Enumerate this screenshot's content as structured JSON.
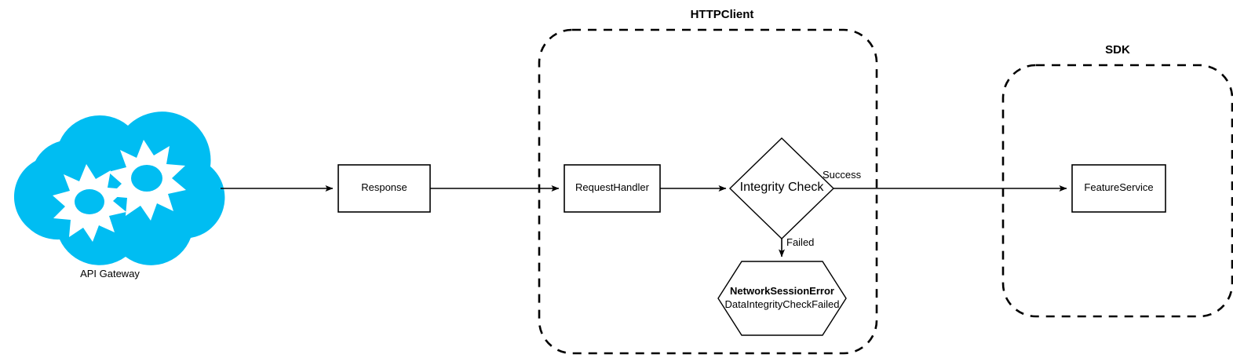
{
  "diagram": {
    "type": "flowchart",
    "background": "#ffffff",
    "stroke_color": "#000000",
    "cloud_color": "#00BDF2"
  },
  "groups": [
    {
      "id": "httpclient",
      "title": "HTTPClient",
      "style": "dashed-rounded"
    },
    {
      "id": "sdk",
      "title": "SDK",
      "style": "dashed-rounded"
    }
  ],
  "nodes": {
    "api_gateway": {
      "label": "API Gateway",
      "shape": "cloud",
      "icon": "cloud-icon"
    },
    "response": {
      "label": "Response",
      "shape": "rectangle"
    },
    "request_handler": {
      "label": "RequestHandler",
      "shape": "rectangle"
    },
    "integrity_check": {
      "label": "Integrity Check",
      "shape": "diamond"
    },
    "network_session_error": {
      "title": "NetworkSessionError",
      "subtitle": "DataIntegrityCheckFailed",
      "shape": "hexagon"
    },
    "feature_service": {
      "label": "FeatureService",
      "shape": "rectangle"
    }
  },
  "edges": [
    {
      "id": "gateway-to-response",
      "from": "api_gateway",
      "to": "response",
      "label": ""
    },
    {
      "id": "response-to-requesthandler",
      "from": "response",
      "to": "request_handler",
      "label": ""
    },
    {
      "id": "requesthandler-to-integritycheck",
      "from": "request_handler",
      "to": "integrity_check",
      "label": ""
    },
    {
      "id": "integritycheck-to-featureservice",
      "from": "integrity_check",
      "to": "feature_service",
      "label": "Success"
    },
    {
      "id": "integritycheck-to-error",
      "from": "integrity_check",
      "to": "network_session_error",
      "label": "Failed"
    }
  ],
  "edge_labels": {
    "success": "Success",
    "failed": "Failed"
  }
}
